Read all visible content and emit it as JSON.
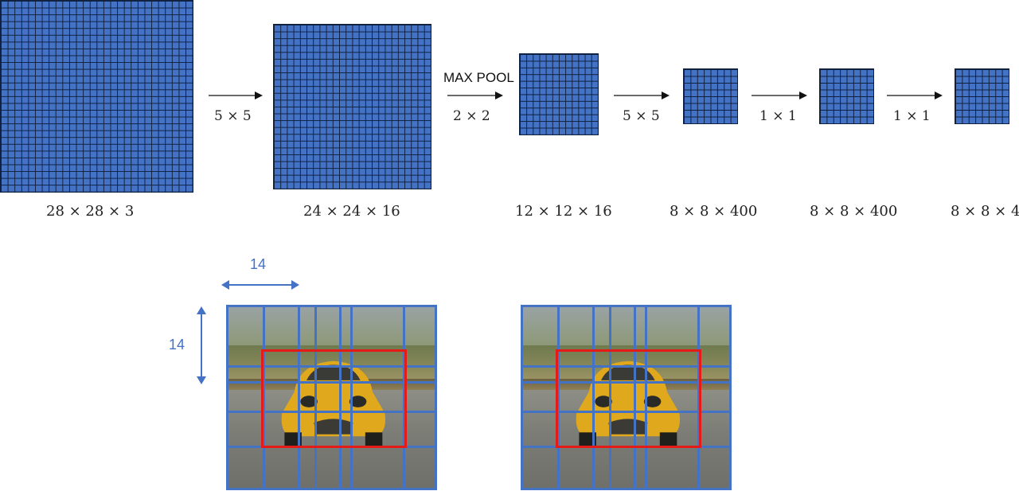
{
  "colors": {
    "cell_fill": "#4472c4",
    "cell_line": "#10213f",
    "annotation_blue": "#4472c4",
    "box_red": "#e41b17"
  },
  "network": {
    "layers": [
      {
        "cells": 28,
        "dims": "28 × 28 × 3"
      },
      {
        "cells": 24,
        "dims": "24 × 24 × 16"
      },
      {
        "cells": 12,
        "dims": "12 × 12 × 16"
      },
      {
        "cells": 8,
        "dims": "8 × 8 × 400"
      },
      {
        "cells": 8,
        "dims": "8 × 8 × 400"
      },
      {
        "cells": 8,
        "dims": "8 × 8 × 4"
      }
    ],
    "operations": [
      {
        "op": "",
        "kernel": "5 × 5"
      },
      {
        "op": "MAX POOL",
        "kernel": "2 × 2"
      },
      {
        "op": "",
        "kernel": "5 × 5"
      },
      {
        "op": "",
        "kernel": "1 × 1"
      },
      {
        "op": "",
        "kernel": "1 × 1"
      }
    ]
  },
  "sliding_window": {
    "width_label": "14",
    "height_label": "14",
    "photo_subject": "yellow sports car on road, rear view",
    "panels": 2
  }
}
